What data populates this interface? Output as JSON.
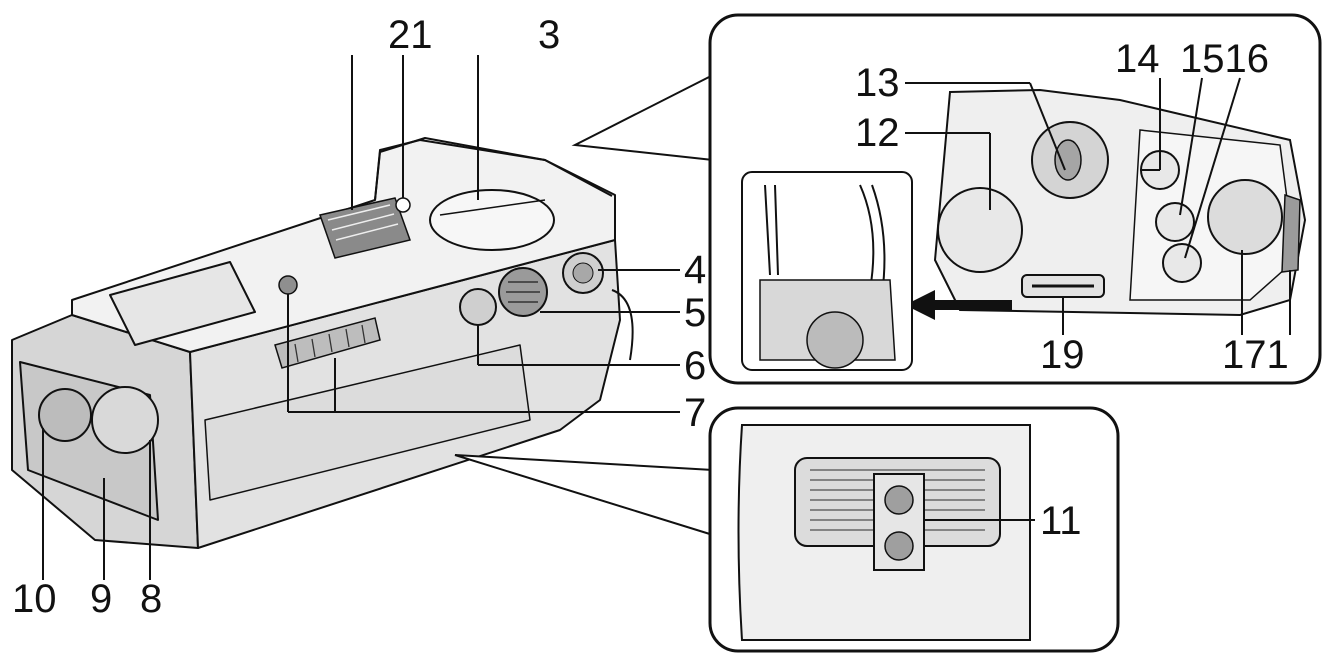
{
  "diagram": {
    "colors": {
      "line": "#111111",
      "body_light": "#ededed",
      "body_mid": "#d6d6d6",
      "body_dark": "#b8b8b8",
      "panel_bg": "#ffffff"
    },
    "callouts": [
      {
        "id": "21",
        "text": "21"
      },
      {
        "id": "3",
        "text": "3"
      },
      {
        "id": "4",
        "text": "4"
      },
      {
        "id": "5",
        "text": "5"
      },
      {
        "id": "6",
        "text": "6"
      },
      {
        "id": "7",
        "text": "7"
      },
      {
        "id": "8",
        "text": "8"
      },
      {
        "id": "9",
        "text": "9"
      },
      {
        "id": "10",
        "text": "10"
      },
      {
        "id": "11",
        "text": "11"
      },
      {
        "id": "12",
        "text": "12"
      },
      {
        "id": "13",
        "text": "13"
      },
      {
        "id": "14",
        "text": "14"
      },
      {
        "id": "1516",
        "text": "1516"
      },
      {
        "id": "171",
        "text": "171"
      },
      {
        "id": "19",
        "text": "19"
      }
    ]
  }
}
